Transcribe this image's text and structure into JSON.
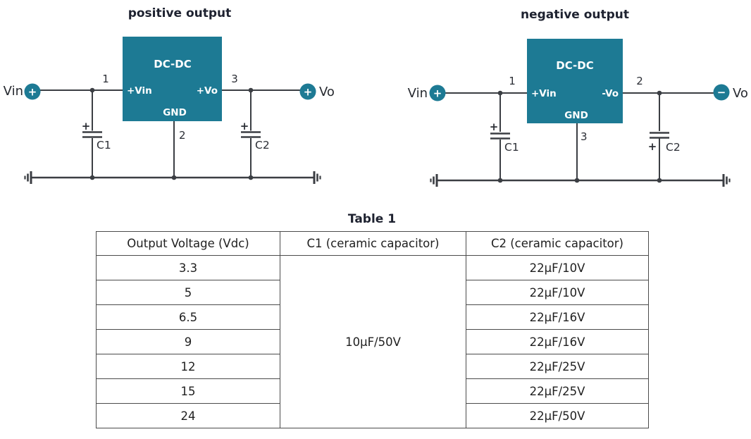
{
  "colors": {
    "teal": "#1d7a94",
    "wire": "#3b3e43",
    "title_text": "#1e2230",
    "table_border": "#4b4b4b"
  },
  "circuits": {
    "positive": {
      "title": "positive output",
      "chip": "DC-DC",
      "pin_in": "+Vin",
      "pin_out": "+Vo",
      "pin_gnd": "GND",
      "num_in": "1",
      "num_out": "3",
      "num_gnd": "2",
      "input_label": "Vin",
      "output_label": "Vo",
      "input_sign": "+",
      "output_sign": "+",
      "cap1_label": "C1",
      "cap2_label": "C2",
      "cap1_sign": "+",
      "cap2_sign": "+"
    },
    "negative": {
      "title": "negative output",
      "chip": "DC-DC",
      "pin_in": "+Vin",
      "pin_out": "-Vo",
      "pin_gnd": "GND",
      "num_in": "1",
      "num_out": "2",
      "num_gnd": "3",
      "input_label": "Vin",
      "output_label": "Vo",
      "input_sign": "+",
      "output_sign": "−",
      "cap1_label": "C1",
      "cap2_label": "C2",
      "cap1_sign": "+",
      "cap2_sign": "+"
    }
  },
  "table": {
    "caption": "Table 1",
    "headers": [
      "Output Voltage (Vdc)",
      "C1 (ceramic capacitor)",
      "C2 (ceramic capacitor)"
    ],
    "c1_merged_value": "10µF/50V",
    "rows": [
      {
        "voltage": "3.3",
        "c2": "22µF/10V"
      },
      {
        "voltage": "5",
        "c2": "22µF/10V"
      },
      {
        "voltage": "6.5",
        "c2": "22µF/16V"
      },
      {
        "voltage": "9",
        "c2": "22µF/16V"
      },
      {
        "voltage": "12",
        "c2": "22µF/25V"
      },
      {
        "voltage": "15",
        "c2": "22µF/25V"
      },
      {
        "voltage": "24",
        "c2": "22µF/50V"
      }
    ]
  }
}
